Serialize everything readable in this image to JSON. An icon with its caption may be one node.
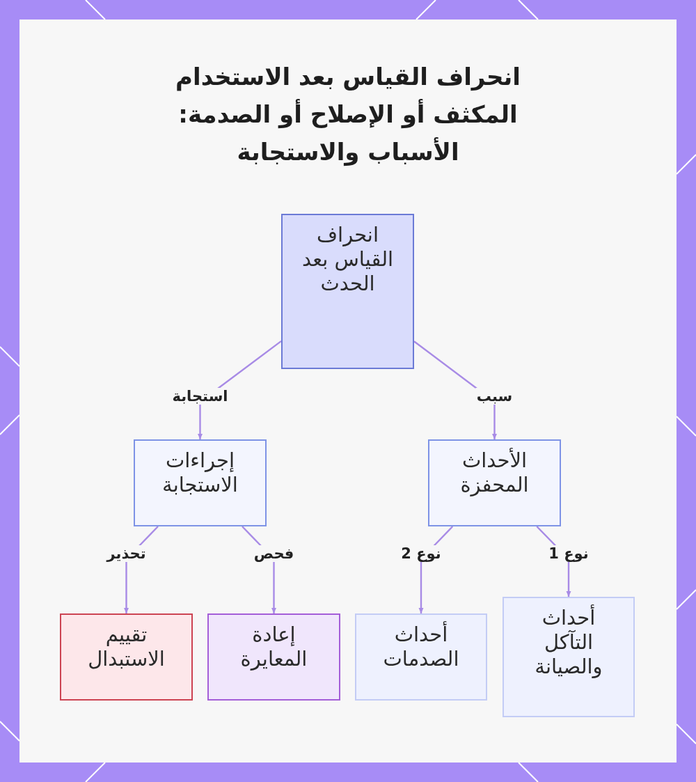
{
  "diagram": {
    "title": "انحراف القياس بعد الاستخدام المكثف أو الإصلاح أو الصدمة: الأسباب والاستجابة",
    "nodes": [
      {
        "text": [
          "انحراف القياس بعد الحدث"
        ]
      },
      {
        "text": [
          "الأحداث المحفزة"
        ]
      },
      {
        "text": [
          "إجراءات الاستجابة"
        ]
      },
      {
        "text": [
          "أحداث التآكل والصيانة"
        ]
      },
      {
        "text": [
          "أحداث الصدمات"
        ]
      },
      {
        "text": [
          "إعادة المعايرة"
        ]
      },
      {
        "text": [
          "تقييم الاستبدال"
        ]
      }
    ],
    "edges": [
      {
        "from": 0,
        "to": 1,
        "arrow": "to",
        "label": "سبب"
      },
      {
        "from": 0,
        "to": 2,
        "arrow": "to",
        "label": "استجابة"
      },
      {
        "from": 1,
        "to": 3,
        "arrow": "to",
        "label": "نوع 1"
      },
      {
        "from": 1,
        "to": 4,
        "arrow": "to",
        "label": "نوع 2"
      },
      {
        "from": 2,
        "to": 5,
        "arrow": "to",
        "label": "فحص"
      },
      {
        "from": 2,
        "to": 6,
        "arrow": "to",
        "label": "تحذير"
      }
    ]
  }
}
